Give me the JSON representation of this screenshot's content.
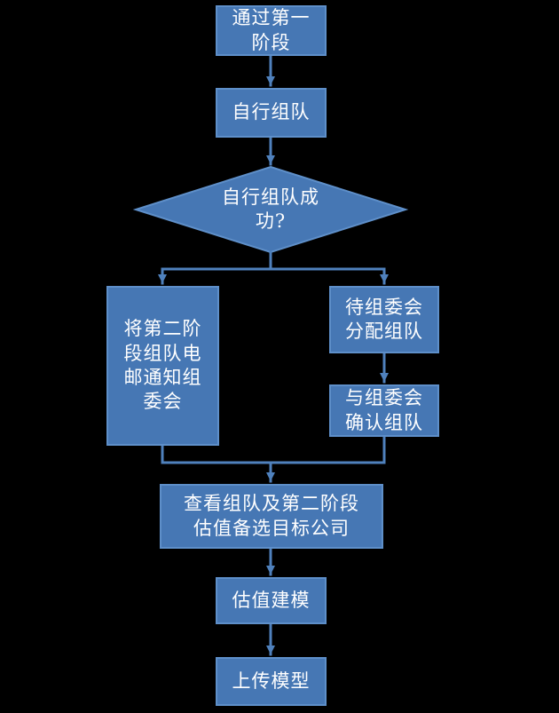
{
  "diagram": {
    "nodes": {
      "pass_stage1": {
        "shape": "rect",
        "label": "通过第一\n阶段"
      },
      "self_team": {
        "shape": "rect",
        "label": "自行组队"
      },
      "decision": {
        "shape": "diamond",
        "label": "自行组队成\n功?"
      },
      "email_committee": {
        "shape": "rect",
        "label": "将第二阶\n段组队电\n邮通知组\n委会"
      },
      "wait_assign": {
        "shape": "rect",
        "label": "待组委会\n分配组队"
      },
      "confirm_team": {
        "shape": "rect",
        "label": "与组委会\n确认组队"
      },
      "view_targets": {
        "shape": "rect",
        "label": "查看组队及第二阶段\n估值备选目标公司"
      },
      "valuation_model": {
        "shape": "rect",
        "label": "估值建模"
      },
      "upload_model": {
        "shape": "rect",
        "label": "上传模型"
      }
    }
  },
  "colors": {
    "background": "#000000",
    "node-fill": "#4677B4",
    "node-border": "#5E8FC9",
    "arrow": "#4F81BD",
    "text": "#FFFFFF"
  }
}
